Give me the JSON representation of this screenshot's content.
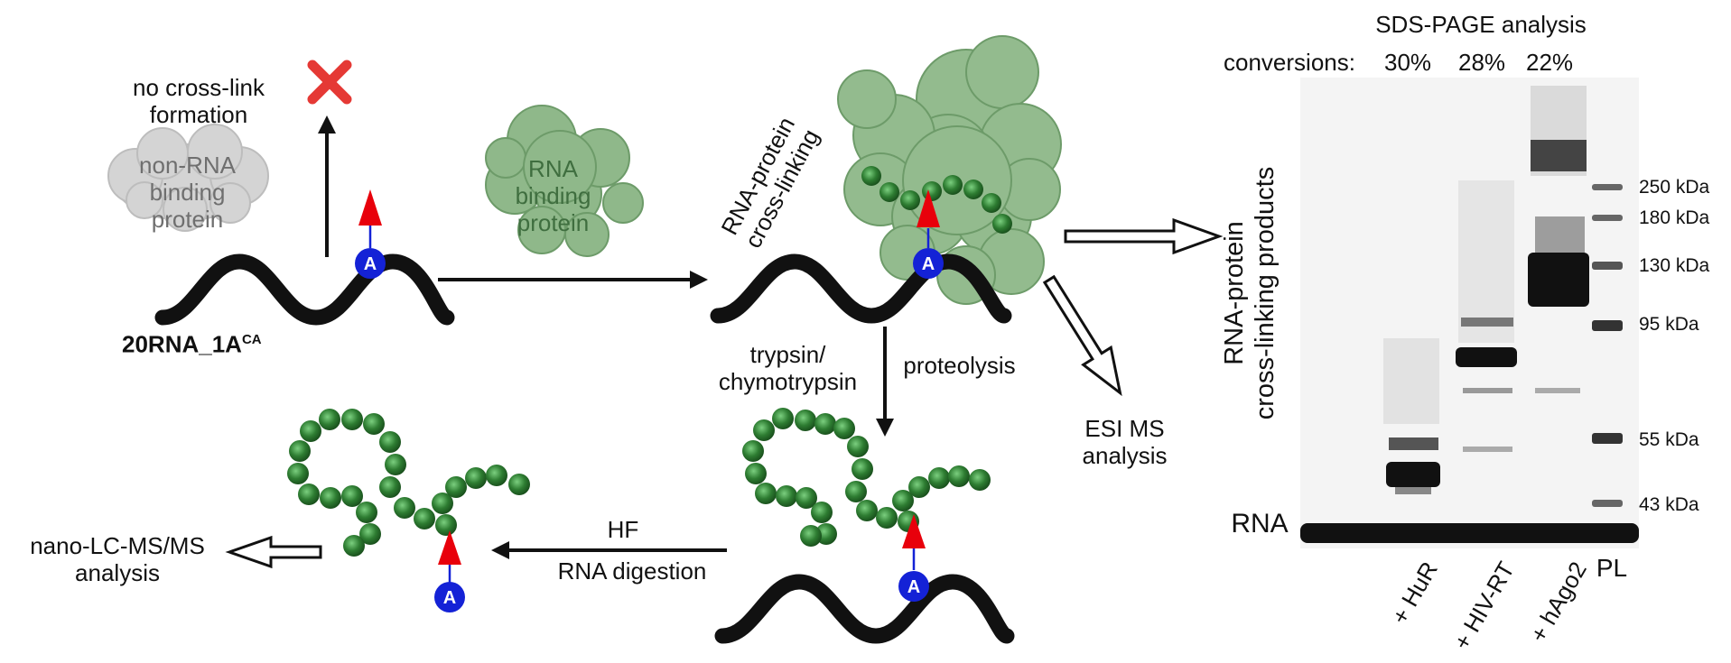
{
  "diagram": {
    "left": {
      "no_crosslink": "no cross-link\nformation",
      "nonrna_protein": "non-RNA\nbinding protein",
      "rna_name_main": "20RNA_1A",
      "rna_name_sup": "CA",
      "rbp": "RNA\nbinding\nprotein",
      "crosslinking": "RNA-protein\ncross-linking",
      "adenosine": "A"
    },
    "middle": {
      "protease": "trypsin/\nchymotrypsin",
      "proteolysis": "proteolysis",
      "esi": "ESI MS\nanalysis",
      "hf": "HF",
      "rna_digestion": "RNA digestion",
      "nanolc": "nano-LC-MS/MS\nanalysis"
    },
    "colors": {
      "rna_backbone": "#111111",
      "crosslink_arrow": "#e8000b",
      "adenosine": "#1422d6",
      "peptide_bead": "#2e7d32",
      "protein_blob": "#8fb88a",
      "nonbinder": "#cfcfcf",
      "fail_mark": "#e53935"
    }
  },
  "gel": {
    "title": "SDS-PAGE analysis",
    "conversions_label": "conversions:",
    "conversions": [
      "30%",
      "28%",
      "22%"
    ],
    "y_label": "RNA-protein\ncross-linking products",
    "rna_label": "RNA",
    "lanes": [
      "+ HuR",
      "+ HIV-RT",
      "+ hAgo2",
      "PL"
    ],
    "markers": [
      "250 kDa",
      "180 kDa",
      "130 kDa",
      "95 kDa",
      "55 kDa",
      "43 kDa"
    ]
  }
}
